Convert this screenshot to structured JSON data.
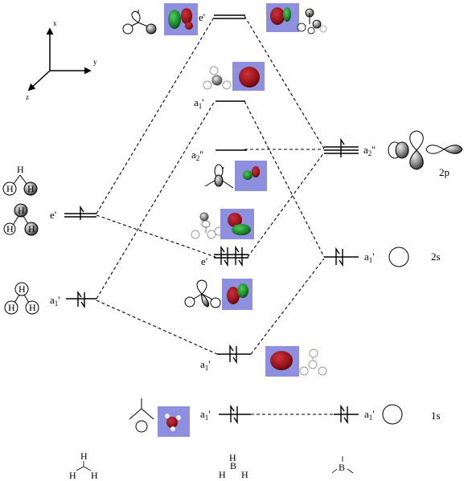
{
  "axes": {
    "x": "x",
    "y": "y",
    "z": "z"
  },
  "fragments": {
    "left": "H3",
    "center": "BH3",
    "right": "B"
  },
  "atoms": {
    "H": "H",
    "B": "B"
  },
  "left_levels": {
    "e_prime": "e'",
    "a1_prime_base": "a",
    "a1_prime_sub": "1",
    "a1_prime_mark": "'"
  },
  "center_levels": {
    "e_prime_top": "e'",
    "a1_prime": {
      "base": "a",
      "sub": "1",
      "mark": "'"
    },
    "a2_dprime": {
      "base": "a",
      "sub": "2",
      "mark": "''"
    },
    "e_prime_bonding": "e'"
  },
  "right_levels": {
    "a2_dprime": {
      "base": "a",
      "sub": "2",
      "mark": "''"
    },
    "a1_prime": {
      "base": "a",
      "sub": "1",
      "mark": "'"
    },
    "orbital_2p": "2p",
    "orbital_2s": "2s",
    "orbital_1s": "1s"
  },
  "colors": {
    "lobe_red": "#8e1419",
    "lobe_green": "#1b7f2a",
    "panel": "#8f8fe0",
    "line": "#000000"
  }
}
